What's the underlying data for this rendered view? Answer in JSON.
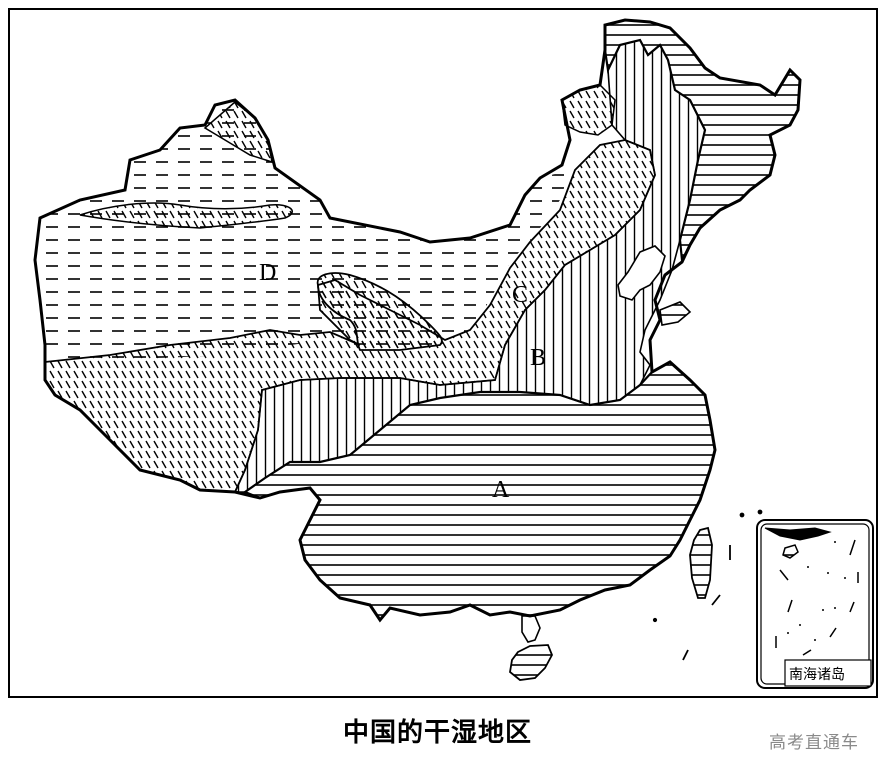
{
  "map": {
    "title": "中国的干湿地区",
    "watermark": "高考直通车",
    "inset": {
      "label": "南海诸岛"
    },
    "regions": [
      {
        "id": "A",
        "label": "A",
        "pattern": "horizontal-lines",
        "location": "southeast"
      },
      {
        "id": "B",
        "label": "B",
        "pattern": "vertical-lines",
        "location": "northeast-central transition"
      },
      {
        "id": "C",
        "label": "C",
        "pattern": "diagonal-dashes",
        "location": "semi-arid belt"
      },
      {
        "id": "D",
        "label": "D",
        "pattern": "horizontal-dashes",
        "location": "northwest"
      }
    ],
    "legend_colors": {
      "ink": "#000000",
      "background": "#ffffff",
      "watermark": "#8a8a8a"
    }
  }
}
